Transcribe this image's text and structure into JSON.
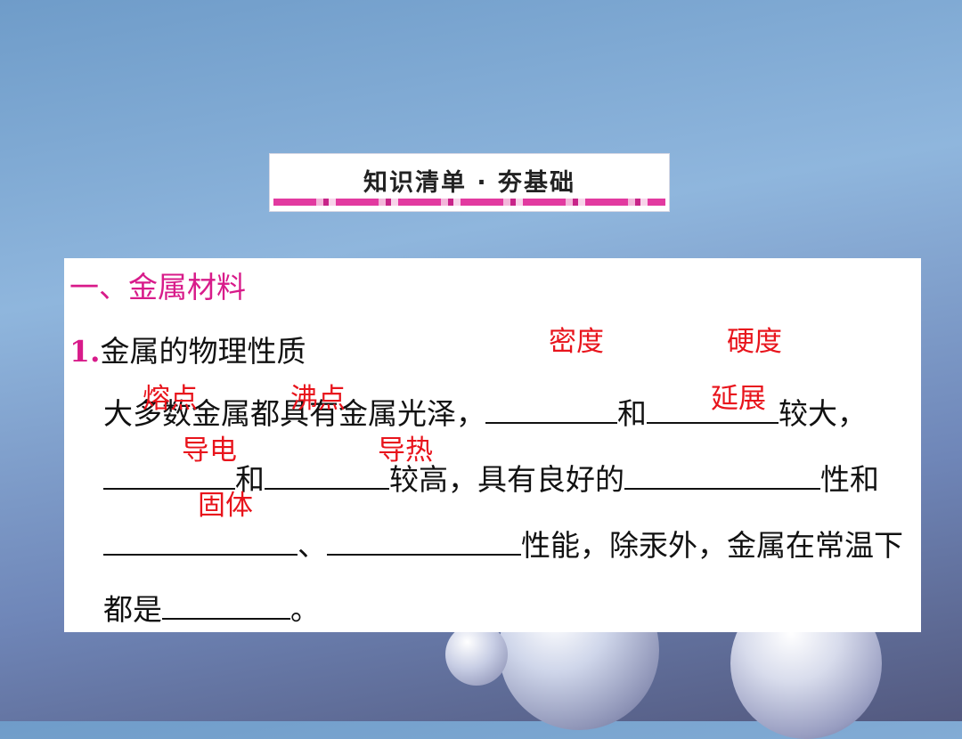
{
  "banner": {
    "title": "知识清单 · 夯基础"
  },
  "section": {
    "title": "一、金属材料"
  },
  "item": {
    "number": "1.",
    "heading": "金属的物理性质"
  },
  "text": {
    "l1a": "大多数金属都具有金属光泽，",
    "l1b": "和",
    "l1c": "较大，",
    "l2a": "和",
    "l2b": "较高，具有良好的",
    "l2c": "性和",
    "l3a": "、",
    "l3b": "性能，除汞外，金属在常温下",
    "l4a": "都是",
    "l4b": "。"
  },
  "answers": {
    "density": "密度",
    "hardness": "硬度",
    "melting_point": "熔点",
    "boiling_point": "沸点",
    "ductility": "延展",
    "conductivity": "导电",
    "heat_conduction": "导热",
    "solid": "固体"
  },
  "colors": {
    "section": "#d81b8a",
    "answer": "#e8141c"
  }
}
